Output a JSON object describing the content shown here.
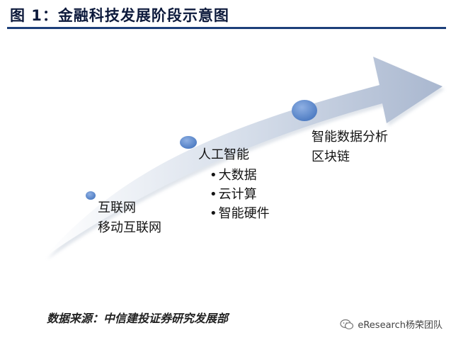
{
  "figure": {
    "title": "图 1：金融科技发展阶段示意图",
    "source": "数据来源：中信建投证券研究发展部",
    "watermark": "eResearch杨荣团队",
    "watermark_icon": "wechat-icon"
  },
  "stages": [
    {
      "lines": [
        "互联网",
        "移动互联网"
      ],
      "bullets": []
    },
    {
      "lines": [
        "人工智能"
      ],
      "bullets": [
        "大数据",
        "云计算",
        "智能硬件"
      ]
    },
    {
      "lines": [
        "智能数据分析",
        "区块链"
      ],
      "bullets": []
    }
  ],
  "colors": {
    "arrow_light": "#ffffff",
    "arrow_mid": "#d6deea",
    "arrow_dark": "#a9b7cf",
    "dot": "#4a79c1",
    "title_rule": "#1c3f7a"
  }
}
